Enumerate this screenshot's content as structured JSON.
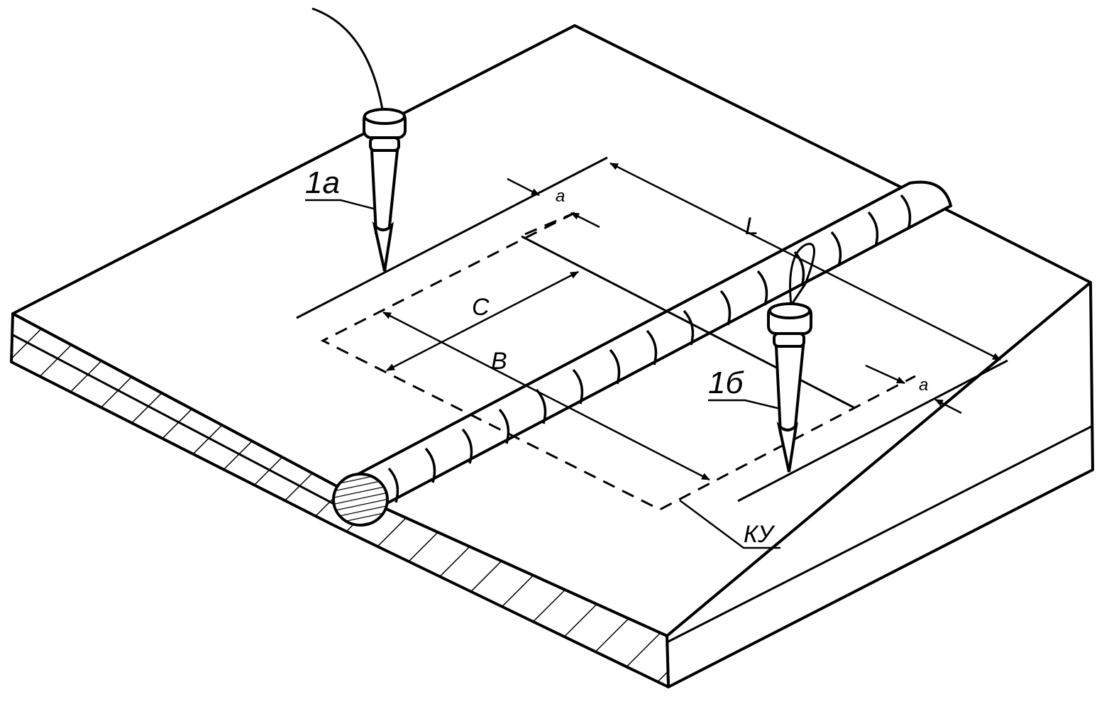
{
  "labels": {
    "probe_a": "1а",
    "probe_b": "1б",
    "length": "L",
    "width_b": "В",
    "width_c": "С",
    "offset_a1": "а",
    "offset_a2": "а",
    "zone": "КУ"
  }
}
